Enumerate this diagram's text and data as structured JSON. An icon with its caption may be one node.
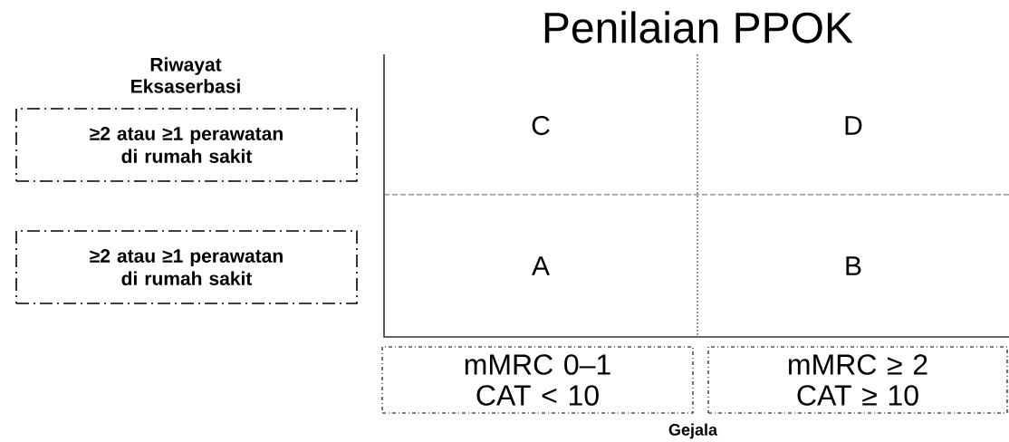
{
  "diagram": {
    "title": "Penilaian PPOK",
    "nodes": [
      {
        "text": [
          "C"
        ]
      },
      {
        "text": [
          "D"
        ]
      },
      {
        "text": [
          "A"
        ]
      },
      {
        "text": [
          "B"
        ]
      },
      {
        "text": [
          "≥2 atau ≥1 perawatan di rumah sakit"
        ]
      },
      {
        "text": [
          "≥2 atau ≥1 perawatan di rumah sakit"
        ]
      },
      {
        "text": [
          "mMRC 0–1 CAT < 10"
        ]
      },
      {
        "text": [
          "mMRC ≥ 2 CAT ≥ 10"
        ]
      }
    ],
    "edges": [],
    "labels": [
      "Riwayat Eksaserbasi",
      "Gejala"
    ]
  }
}
